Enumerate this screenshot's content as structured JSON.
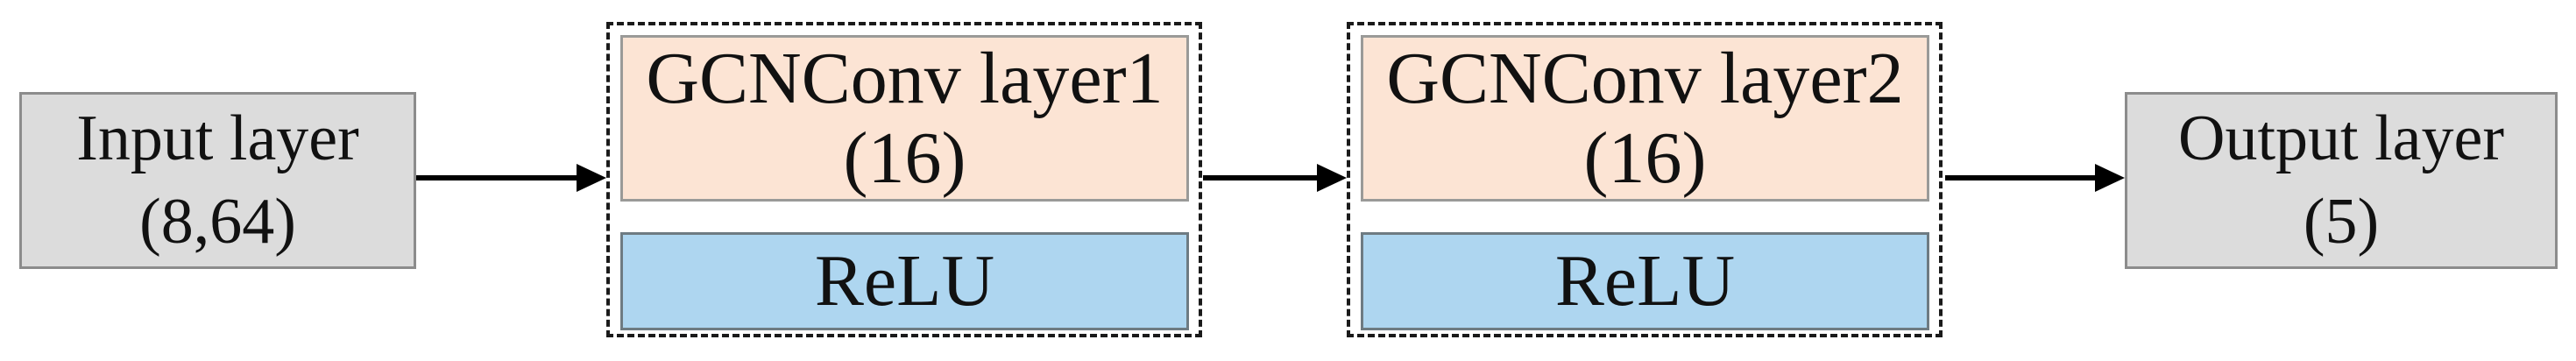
{
  "diagram": {
    "type": "neural-network-architecture-flow",
    "nodes": {
      "input": {
        "title": "Input layer",
        "shape": "(8,64)"
      },
      "gcn1": {
        "title": "GCNConv layer1",
        "units": "(16)",
        "activation": "ReLU"
      },
      "gcn2": {
        "title": "GCNConv layer2",
        "units": "(16)",
        "activation": "ReLU"
      },
      "output": {
        "title": "Output layer",
        "shape": "(5)"
      }
    },
    "flow": [
      "input",
      "gcn1",
      "gcn2",
      "output"
    ],
    "colors": {
      "endpoint_fill": "#dcdcdc",
      "endpoint_border": "#8c8c8c",
      "conv_fill": "#fce4d4",
      "conv_border": "#9a9a98",
      "activation_fill": "#aed6f0",
      "activation_border": "#6e7b82",
      "group_border": "#1a1a1a",
      "arrow": "#000000",
      "text": "#111111",
      "background": "#ffffff"
    }
  }
}
